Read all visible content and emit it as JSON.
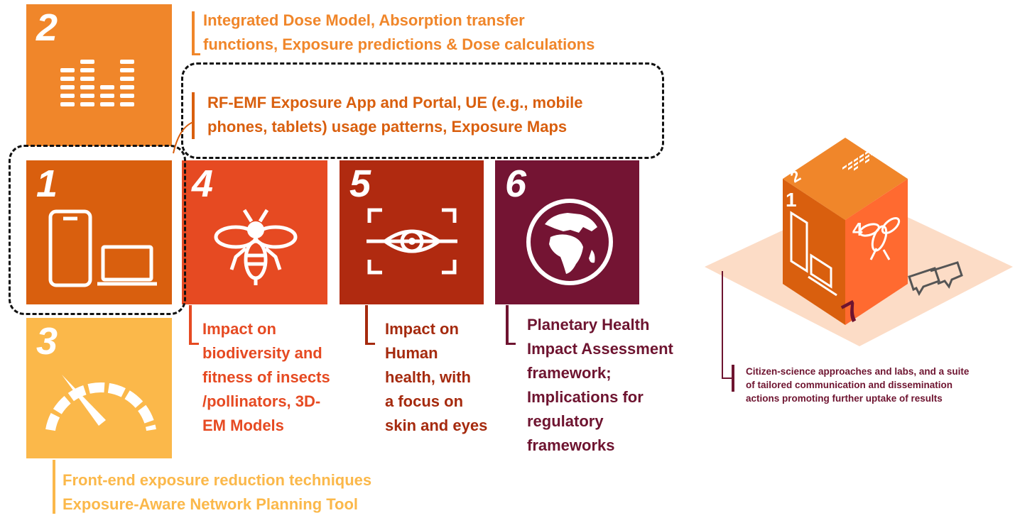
{
  "tiles": {
    "t1": {
      "number": "1",
      "color": "#d95f0e",
      "icon": "mobile-devices-icon"
    },
    "t2": {
      "number": "2",
      "color": "#f0862a",
      "icon": "equalizer-bars-icon"
    },
    "t3": {
      "number": "3",
      "color": "#fbb84a",
      "icon": "speedometer-icon"
    },
    "t4": {
      "number": "4",
      "color": "#e64a22",
      "icon": "bee-icon"
    },
    "t5": {
      "number": "5",
      "color": "#b02a10",
      "icon": "eye-scan-icon"
    },
    "t6": {
      "number": "6",
      "color": "#741433",
      "icon": "globe-icon"
    }
  },
  "labels": {
    "t2": "Integrated Dose Model,  Absorption transfer\nfunctions, Exposure predictions  & Dose calculations",
    "t1": "RF-EMF Exposure App and Portal, UE (e.g., mobile\nphones, tablets) usage patterns,  Exposure Maps",
    "t3": "Front-end exposure reduction techniques\nExposure-Aware Network Planning Tool",
    "t4": "Impact on\nbiodiversity and\nfitness of insects\n/pollinators, 3D-\nEM Models",
    "t5": "Impact on\nHuman\nhealth, with\na focus on\nskin and eyes",
    "t6": "Planetary Health\nImpact Assessment\nframework;\nImplications for\nregulatory\nframeworks",
    "t7": "Citizen-science approaches and labs, and a suite\nof tailored communication and dissemination\nactions promoting further uptake of results"
  },
  "cube": {
    "top_number": "2",
    "left_number": "1",
    "right_number": "4",
    "platform_number": "7",
    "platform_color": "#fcdcc6",
    "platform_icon": "speech-bubbles-icon"
  },
  "colors": {
    "t2_text": "#f0862a",
    "t1_text": "#d95f0e",
    "t3_text": "#fbb84a",
    "t4_text": "#e64a22",
    "t5_text": "#a52a0e",
    "t6_text": "#6e1430"
  }
}
